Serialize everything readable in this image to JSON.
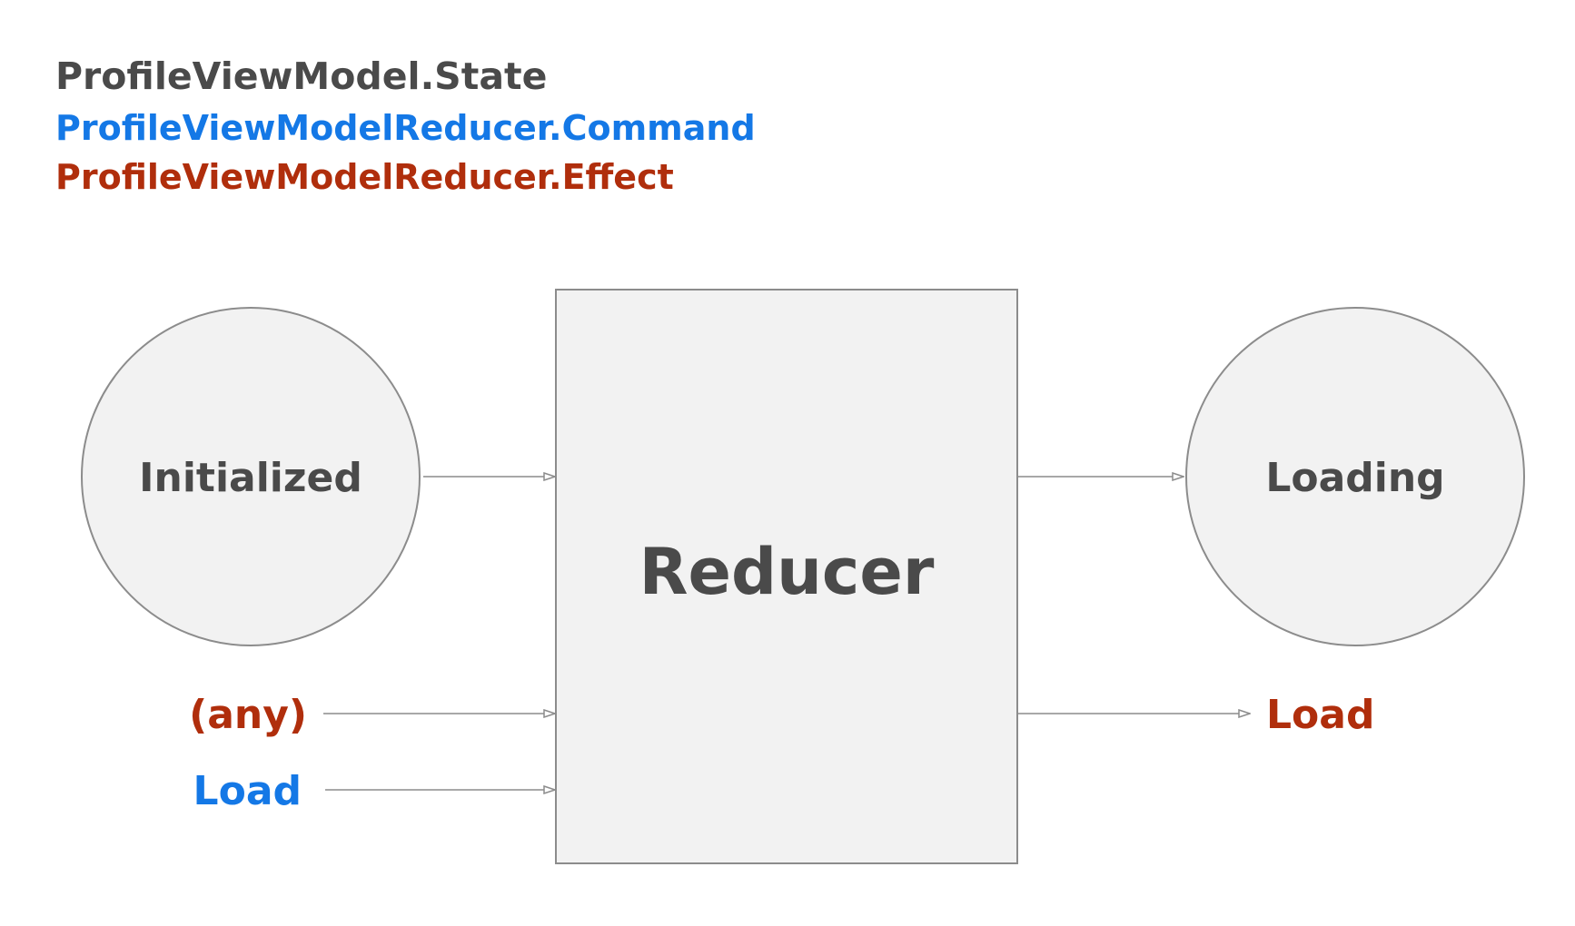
{
  "legend": {
    "state": "ProfileViewModel.State",
    "command": "ProfileViewModelReducer.Command",
    "effect": "ProfileViewModelReducer.Effect"
  },
  "nodes": {
    "input_state": "Initialized",
    "reducer": "Reducer",
    "output_state": "Loading"
  },
  "inputs": {
    "effect": "(any)",
    "command": "Load"
  },
  "outputs": {
    "effect": "Load"
  },
  "colors": {
    "state_text": "#4a4a4a",
    "command": "#1478e6",
    "effect": "#b02e0c",
    "shape_fill": "#f2f2f2",
    "shape_stroke": "#8c8c8c",
    "arrow": "#8c8c8c"
  }
}
